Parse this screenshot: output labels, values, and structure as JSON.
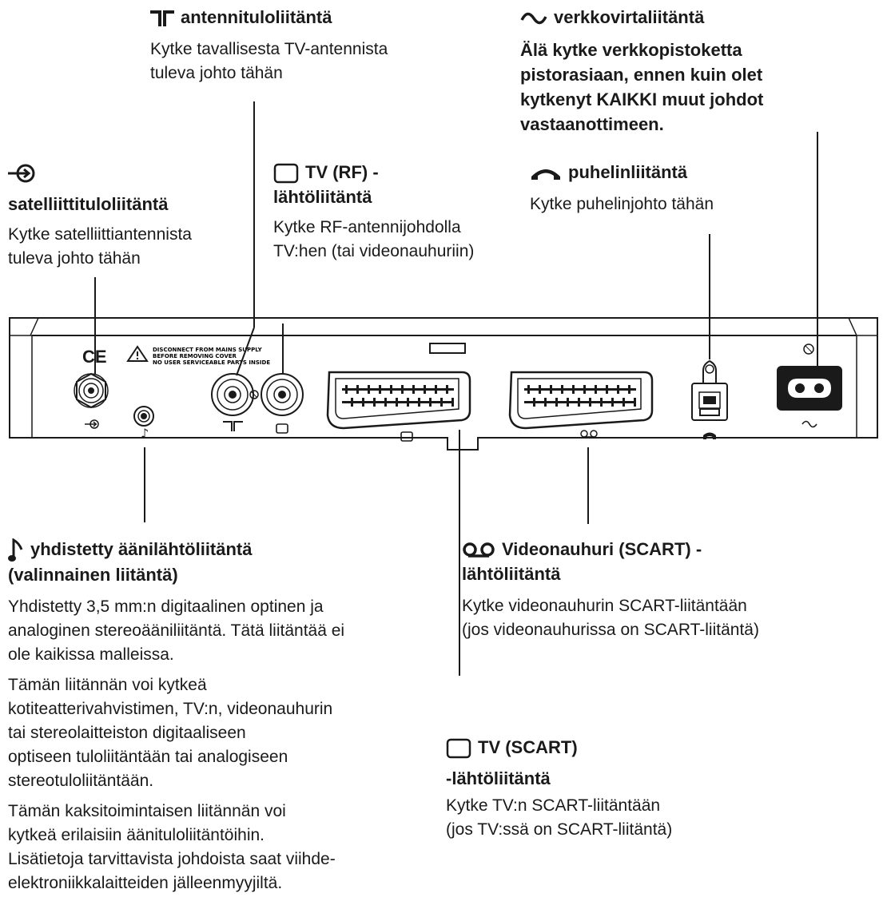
{
  "labels": {
    "antenna": {
      "title": "antennituloliitäntä",
      "desc": [
        "Kytke tavallisesta TV-antennista",
        "tuleva johto tähän"
      ]
    },
    "mains": {
      "title": "verkkovirtaliitäntä",
      "warning": [
        "Älä kytke verkkopistoketta",
        "pistorasiaan, ennen kuin olet",
        "kytkenyt KAIKKI muut johdot",
        "vastaanottimeen."
      ]
    },
    "satellite": {
      "title": "satelliittituloliitäntä",
      "desc": [
        "Kytke satelliittiantennista",
        "tuleva johto tähän"
      ]
    },
    "tv_rf": {
      "title": [
        "TV (RF) -",
        "lähtöliitäntä"
      ],
      "desc": [
        "Kytke RF-antennijohdolla",
        "TV:hen (tai videonauhuriin)"
      ]
    },
    "phone": {
      "title": "puhelinliitäntä",
      "desc": "Kytke puhelinjohto tähän"
    },
    "audio": {
      "title": [
        "yhdistetty äänilähtöliitäntä",
        "(valinnainen liitäntä)"
      ],
      "p1": [
        "Yhdistetty 3,5 mm:n digitaalinen optinen ja",
        "analoginen stereoääniliitäntä. Tätä liitäntää ei",
        "ole kaikissa malleissa."
      ],
      "p2": [
        "Tämän liitännän voi kytkeä",
        "kotiteatterivahvistimen, TV:n, videonauhurin",
        "tai stereolaitteiston digitaaliseen",
        "optiseen tuloliitäntään tai analogiseen",
        "stereotuloliitäntään."
      ],
      "p3": [
        "Tämän kaksitoimintaisen liitännän voi",
        "kytkeä erilaisiin äänituloliitäntöihin.",
        "Lisätietoja tarvittavista johdoista saat viihde-",
        "elektroniikkalaitteiden jälleenmyyjiltä."
      ]
    },
    "vcr": {
      "title": [
        "Videonauhuri (SCART) -",
        "lähtöliitäntä"
      ],
      "desc": [
        "Kytke videonauhurin SCART-liitäntään",
        "(jos videonauhurissa on SCART-liitäntä)"
      ]
    },
    "tv_scart": {
      "title": [
        "TV (SCART)",
        "-lähtöliitäntä"
      ],
      "desc": [
        "Kytke TV:n SCART-liitäntään",
        "(jos TV:ssä on SCART-liitäntä)"
      ]
    }
  },
  "panel": {
    "ce_mark": "CE",
    "warning": [
      "DISCONNECT FROM MAINS SUPPLY",
      "BEFORE REMOVING COVER",
      "NO USER SERVICEABLE PARTS INSIDE"
    ]
  },
  "icons": {
    "antenna": "antenna-icon",
    "mains": "ac-wave-icon",
    "satellite": "satellite-input-icon",
    "tv": "tv-screen-icon",
    "phone": "phone-handset-icon",
    "audio": "music-note-icon",
    "vcr": "cassette-icon"
  }
}
